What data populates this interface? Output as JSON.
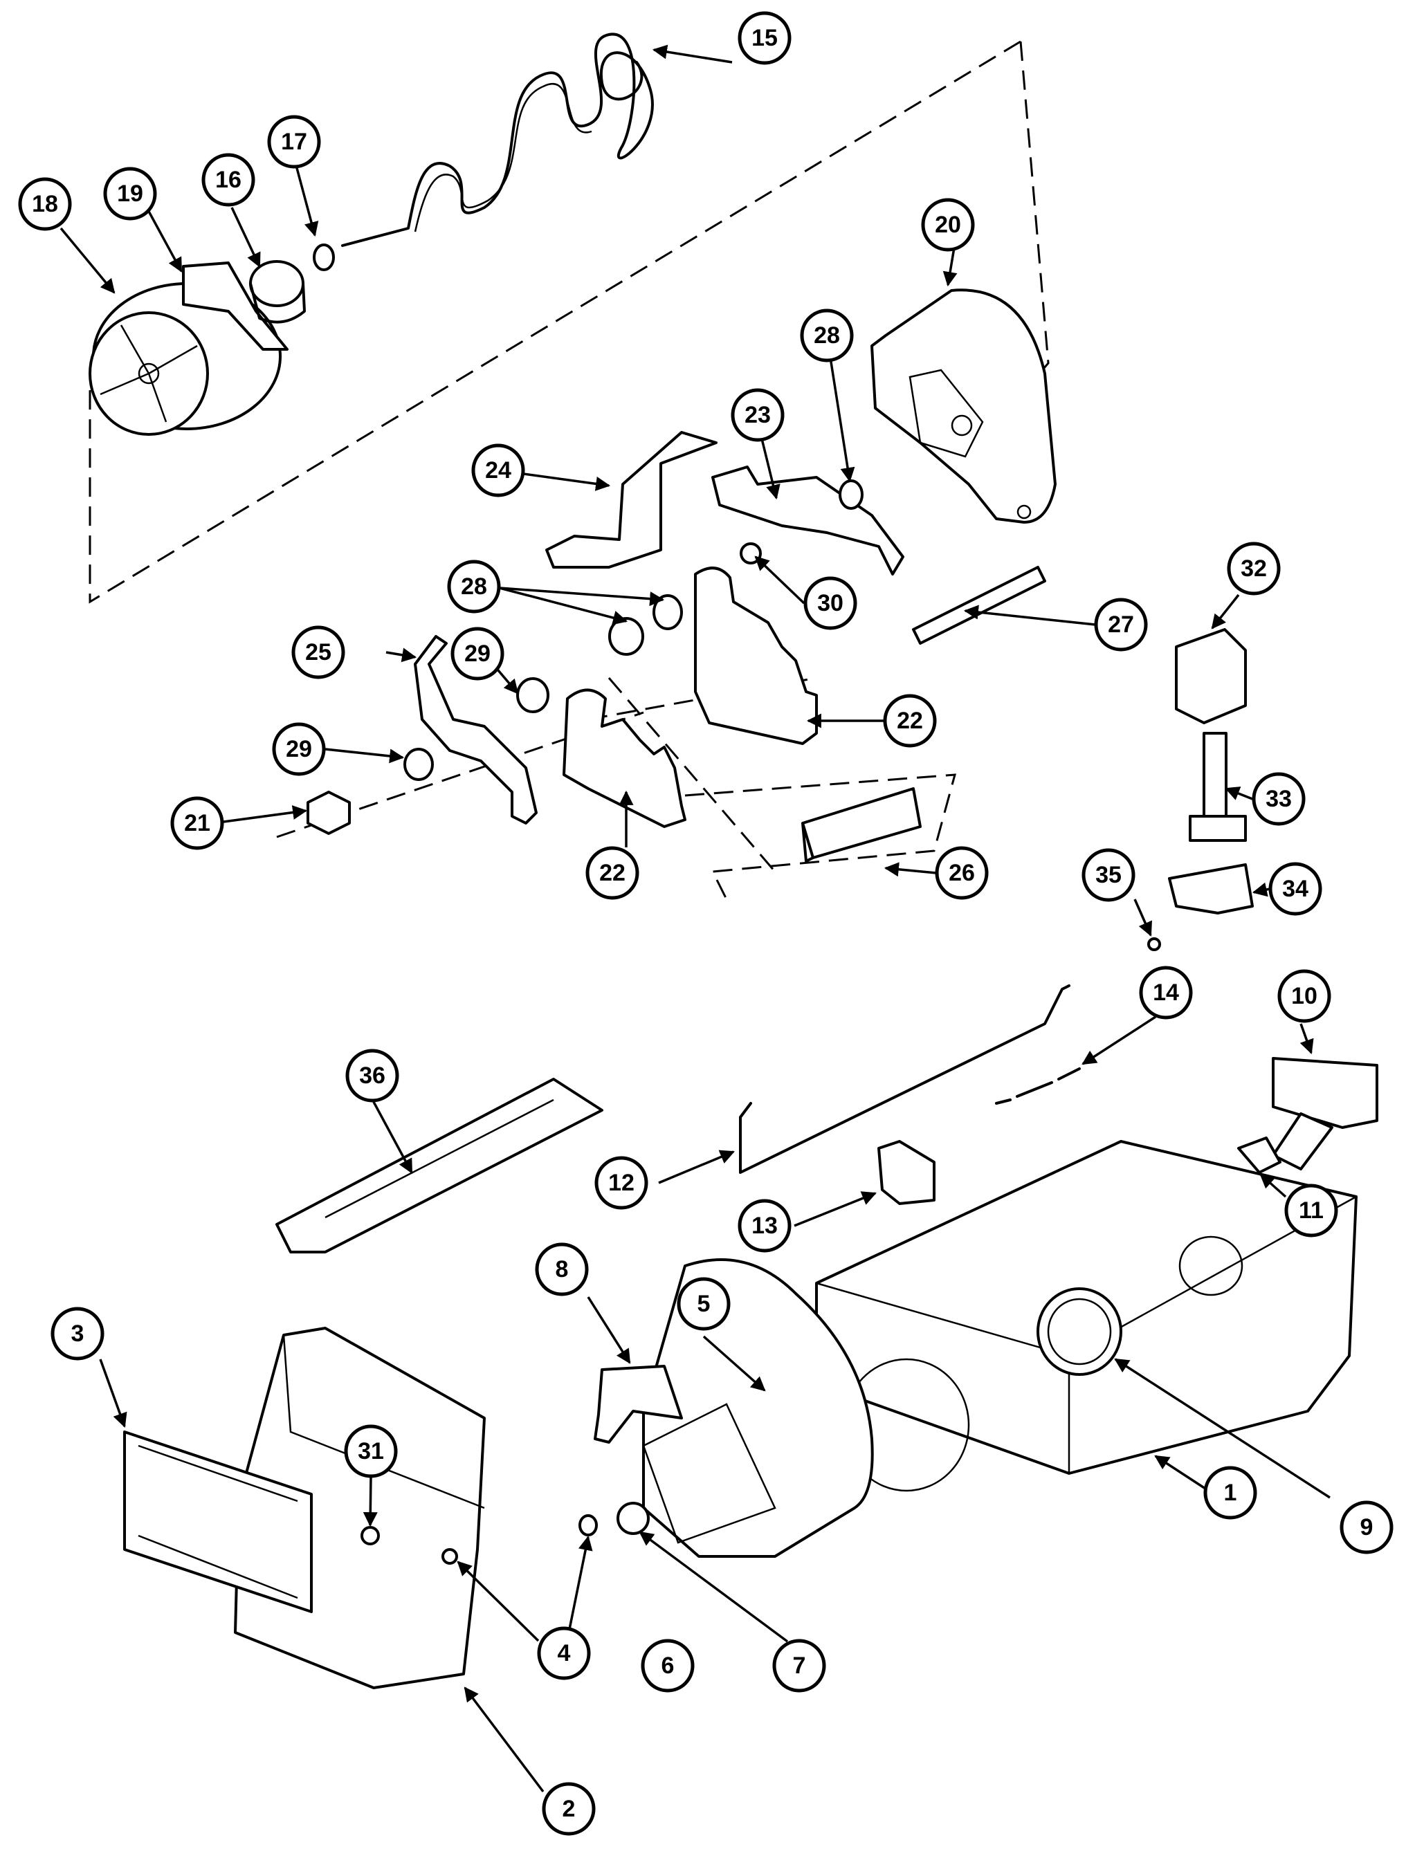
{
  "callouts": [
    {
      "label": "1"
    },
    {
      "label": "2"
    },
    {
      "label": "3"
    },
    {
      "label": "4"
    },
    {
      "label": "5"
    },
    {
      "label": "6"
    },
    {
      "label": "7"
    },
    {
      "label": "8"
    },
    {
      "label": "9"
    },
    {
      "label": "10"
    },
    {
      "label": "11"
    },
    {
      "label": "12"
    },
    {
      "label": "13"
    },
    {
      "label": "14"
    },
    {
      "label": "15"
    },
    {
      "label": "16"
    },
    {
      "label": "17"
    },
    {
      "label": "18"
    },
    {
      "label": "19"
    },
    {
      "label": "20"
    },
    {
      "label": "21"
    },
    {
      "label": "22"
    },
    {
      "label": "22"
    },
    {
      "label": "23"
    },
    {
      "label": "24"
    },
    {
      "label": "25"
    },
    {
      "label": "26"
    },
    {
      "label": "27"
    },
    {
      "label": "28"
    },
    {
      "label": "28"
    },
    {
      "label": "29"
    },
    {
      "label": "29"
    },
    {
      "label": "30"
    },
    {
      "label": "31"
    },
    {
      "label": "32"
    },
    {
      "label": "33"
    },
    {
      "label": "34"
    },
    {
      "label": "35"
    },
    {
      "label": "36"
    }
  ]
}
